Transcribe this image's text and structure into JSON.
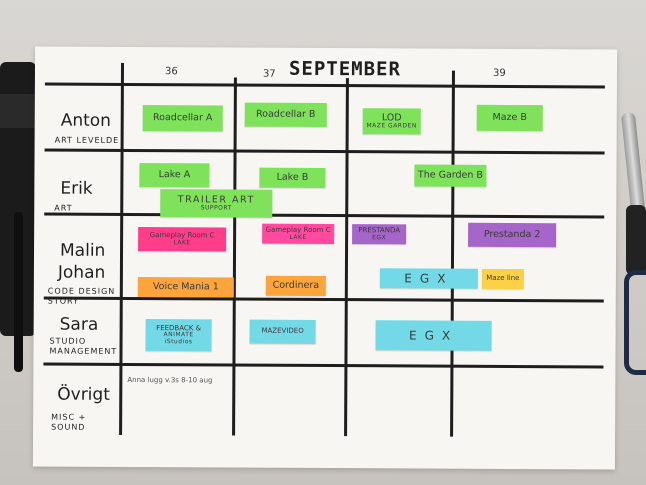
{
  "board": {
    "title": "SEPTEMBER",
    "weeks": [
      "36",
      "37",
      "39"
    ],
    "people": [
      {
        "name": "Anton",
        "role": "ART LEVELDE"
      },
      {
        "name": "Erik",
        "role": "ART"
      },
      {
        "name": "Malin",
        "role": ""
      },
      {
        "name": "Johan",
        "role": "CODE DESIGN STORY"
      },
      {
        "name": "Sara",
        "role": "STUDIO MANAGEMENT"
      },
      {
        "name": "Övrigt",
        "role": "MISC + SOUND"
      }
    ],
    "notes": {
      "roadcellar_a": "Roadcellar A",
      "roadcellar_b": "Roadcellar B",
      "lod": "LOD",
      "lod_sub": "MAZE GARDEN",
      "maze_b": "Maze B",
      "lake_a": "Lake A",
      "lake_b": "Lake B",
      "garden_b": "The Garden B",
      "trailer": "TRAILER ART",
      "trailer_sub": "SUPPORT",
      "gameplay_1": "Gameplay Room C",
      "gameplay_1_sub": "LAKE",
      "gameplay_2": "Gameplay Room C",
      "gameplay_2_sub": "LAKE",
      "prestanda_egx": "PRESTANDA",
      "prestanda_egx_sub": "EGX",
      "prestanda_2": "Prestanda 2",
      "voice_mania": "Voice Mania 1",
      "cordinera": "Cordinera",
      "egx_johan": "EGX",
      "maze_line": "Maze line",
      "feedback": "FEEDBACK &",
      "feedback_sub": "ANIMATE iStudios",
      "mazevideo": "MAZEVIDEO",
      "egx_sara": "EGX"
    },
    "misc_note": "Anna lugg v.3s 8-10 aug"
  }
}
